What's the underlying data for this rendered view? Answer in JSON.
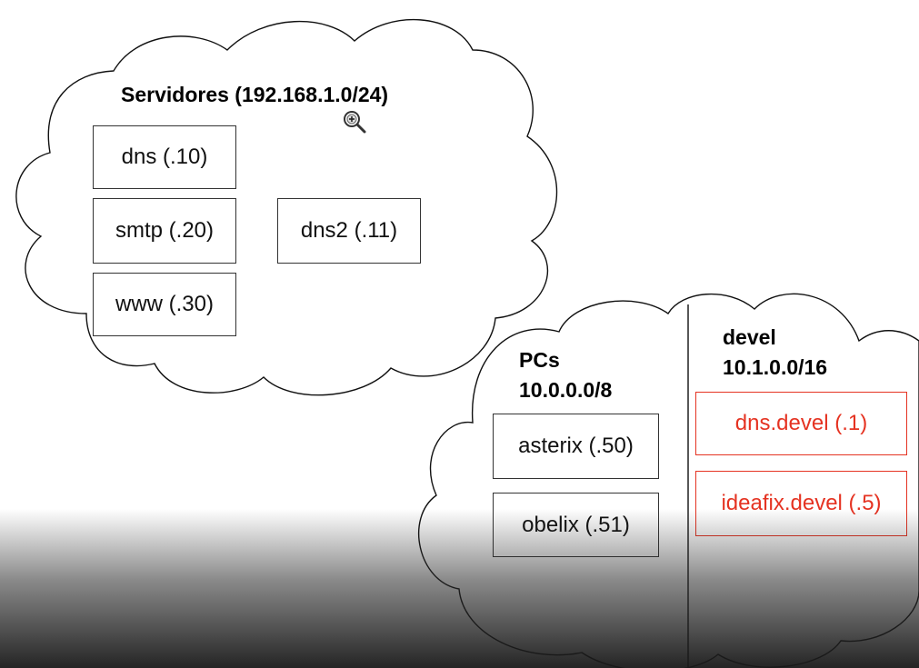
{
  "servers": {
    "title": "Servidores (192.168.1.0/24)",
    "hosts": [
      "dns (.10)",
      "smtp (.20)",
      "www (.30)",
      "dns2 (.11)"
    ]
  },
  "pcs": {
    "title_line1": "PCs",
    "title_line2": "10.0.0.0/8",
    "hosts": [
      "asterix (.50)",
      "obelix (.51)"
    ]
  },
  "devel": {
    "title_line1": "devel",
    "title_line2": "10.1.0.0/16",
    "hosts": [
      "dns.devel (.1)",
      "ideafix.devel (.5)"
    ]
  },
  "colors": {
    "outline": "#111111",
    "highlight_red": "#e53322"
  },
  "icons": [
    "zoom-in-cursor-icon"
  ]
}
